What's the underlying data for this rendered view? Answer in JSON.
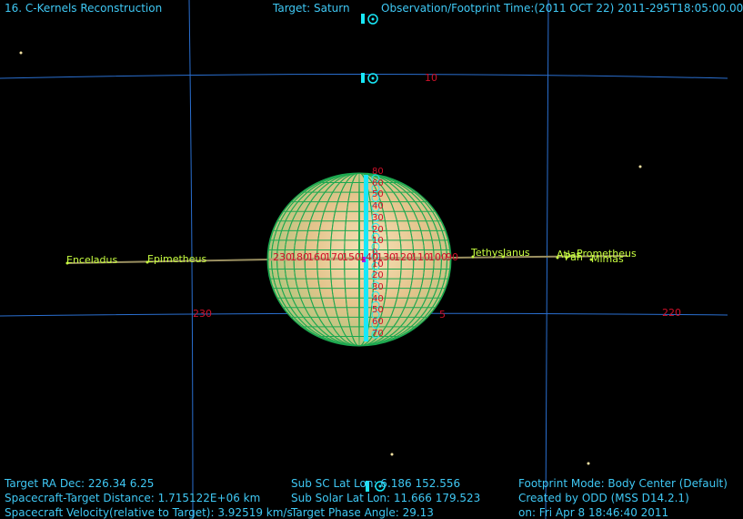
{
  "header": {
    "app_title": "16. C-Kernels Reconstruction",
    "target": "Target: Saturn",
    "observation_time": "Observation/Footprint Time:(2011 OCT 22) 2011-295T18:05:00.00"
  },
  "grid_labels": {
    "top_right": "10",
    "left": "230",
    "right": "220",
    "mid_right": "5"
  },
  "moons": {
    "enceladus": "Enceladus",
    "epimetheus": "Epimetheus",
    "tethys": "Tethys",
    "janus": "Janus",
    "atlas": "Atlas",
    "pan": "Pan",
    "prometheus": "Prometheus",
    "mimas": "Mimas"
  },
  "equator_ticks": [
    "230",
    "180",
    "160",
    "170",
    "150",
    "140",
    "130",
    "120",
    "110",
    "100",
    "90"
  ],
  "lat_ticks": [
    "80",
    "60",
    "50",
    "40",
    "30",
    "20",
    "10",
    "0",
    "10",
    "20",
    "30",
    "40",
    "50",
    "60",
    "70"
  ],
  "footer": {
    "left": {
      "ra_dec": "Target RA Dec: 226.34    6.25",
      "distance": "Spacecraft-Target Distance: 1.715122E+06 km",
      "velocity": "Spacecraft Velocity(relative to Target): 3.92519 km/s"
    },
    "center": {
      "sub_sc": "Sub SC Lat Lon: 6.186  152.556",
      "sub_solar": "Sub Solar Lat Lon: 11.666  179.523",
      "phase": "Target Phase Angle: 29.13"
    },
    "right": {
      "mode": "Footprint Mode: Body Center (Default)",
      "created": "Created by ODD (MSS D14.2.1)",
      "date": "on: Fri Apr  8 18:46:40 2011"
    }
  },
  "colors": {
    "text": "#3fc8f4",
    "grid": "#2a6fd0",
    "moon_label": "#c8ff40",
    "tick_label": "#d0102a",
    "planet_grid": "#1ea850",
    "footprint": "#18e8f8"
  }
}
